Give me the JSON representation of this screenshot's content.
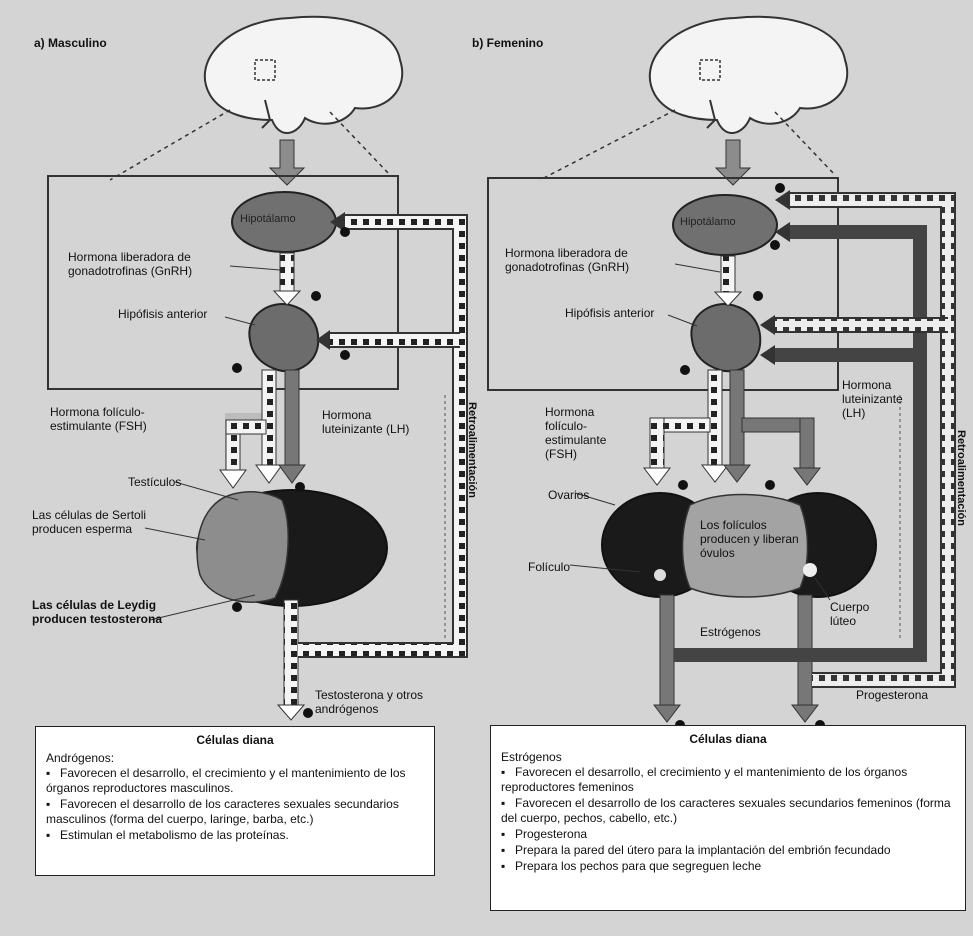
{
  "male": {
    "heading": "a) Masculino",
    "hypothalamus": "Hipotálamo",
    "gnrh": "Hormona liberadora de gonadotrofinas (GnRH)",
    "pituitary": "Hipófisis anterior",
    "fsh": "Hormona folículo-estimulante (FSH)",
    "lh": "Hormona luteinizante (LH)",
    "testes": "Testículos",
    "sertoli": "Las células de Sertoli producen esperma",
    "leydig": "Las células de Leydig producen testosterona",
    "feedback": "Retroalimentación",
    "output": "Testosterona y otros andrógenos",
    "target": {
      "title": "Células diana",
      "subtitle": "Andrógenos:",
      "items": [
        "Favorecen el desarrollo, el crecimiento y el mantenimiento de los órganos reproductores masculinos.",
        "Favorecen el desarrollo de los caracteres sexuales secundarios masculinos (forma del cuerpo, laringe, barba, etc.)",
        "Estimulan el metabolismo de las proteínas."
      ]
    }
  },
  "female": {
    "heading": "b) Femenino",
    "hypothalamus": "Hipotálamo",
    "gnrh": "Hormona liberadora de gonadotrofinas (GnRH)",
    "pituitary": "Hipófisis anterior",
    "fsh": "Hormona folículo-estimulante (FSH)",
    "lh": "Hormona luteinizante (LH)",
    "ovary": "Ovarios",
    "follicles": "Los folículos producen y liberan óvulos",
    "follicle": "Folículo",
    "corpus": "Cuerpo lúteo",
    "estrogen": "Estrógenos",
    "progesterone": "Progesterona",
    "feedback": "Retroalimentación",
    "target": {
      "title": "Células diana",
      "subtitle": "Estrógenos",
      "items": [
        "Favorecen el desarrollo, el crecimiento y el mantenimiento de los órganos reproductores femeninos",
        "Favorecen el desarrollo de los caracteres sexuales secundarios femeninos (forma del cuerpo, pechos, cabello, etc.)",
        "Progesterona",
        "Prepara la pared del útero para la implantación del embrión fecundado",
        "Prepara los pechos para que segreguen leche"
      ]
    }
  }
}
